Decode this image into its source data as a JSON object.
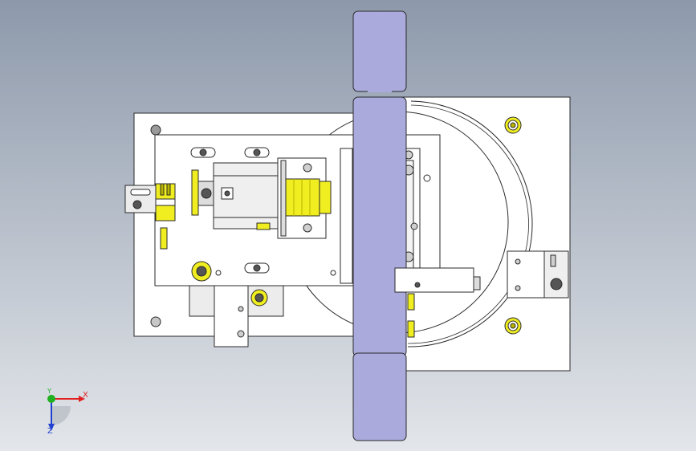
{
  "viewport": {
    "background_top": "#8d99ab",
    "background_bottom": "#e3e6ea"
  },
  "colors": {
    "plate": "#ffffff",
    "outline": "#2a2a2a",
    "belt": "#aaaadd",
    "brass": "#f0ee20",
    "brass_dark": "#b9b400",
    "metal": "#d9d9d9",
    "gray": "#bdbdbd"
  },
  "triad": {
    "x_label": "X",
    "y_label": "Y",
    "z_label": "Z",
    "x_color": "#e02020",
    "y_color": "#20b020",
    "z_color": "#2040d0"
  }
}
